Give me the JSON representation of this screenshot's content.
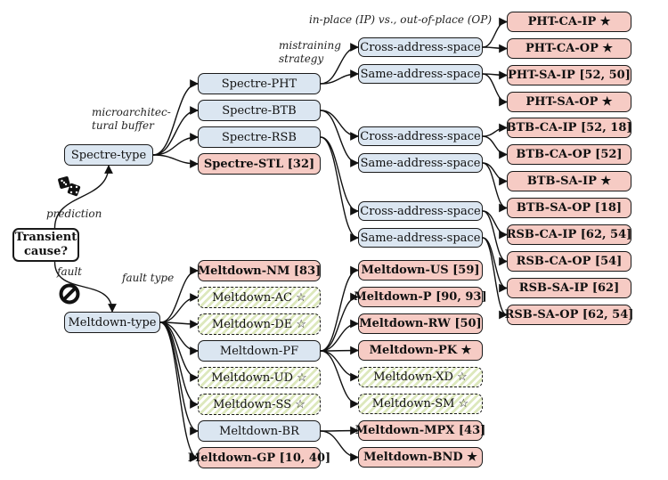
{
  "root": {
    "line1": "Transient",
    "line2": "cause?"
  },
  "labels": {
    "prediction": "prediction",
    "fault": "fault",
    "microarch_line1": "microarchitec-",
    "microarch_line2": "tural buffer",
    "mistraining_line1": "mistraining",
    "mistraining_line2": "strategy",
    "ipop": "in-place (IP) vs., out-of-place (OP)",
    "fault_type": "fault type"
  },
  "icons": {
    "prediction": "dice-icon",
    "fault": "prohibited-icon"
  },
  "level1": {
    "spectre": "Spectre-type",
    "meltdown": "Meltdown-type"
  },
  "spectre": {
    "pht": "Spectre-PHT",
    "btb": "Spectre-BTB",
    "rsb": "Spectre-RSB",
    "stl": "Spectre-STL [32]"
  },
  "strategies": {
    "pht_ca": "Cross-address-space",
    "pht_sa": "Same-address-space",
    "btb_ca": "Cross-address-space",
    "btb_sa": "Same-address-space",
    "rsb_ca": "Cross-address-space",
    "rsb_sa": "Same-address-space"
  },
  "spectre_leaves": {
    "pht_ca_ip": "PHT-CA-IP ★",
    "pht_ca_op": "PHT-CA-OP ★",
    "pht_sa_ip": "PHT-SA-IP [52, 50]",
    "pht_sa_op": "PHT-SA-OP ★",
    "btb_ca_ip": "BTB-CA-IP [52, 18]",
    "btb_ca_op": "BTB-CA-OP [52]",
    "btb_sa_ip": "BTB-SA-IP ★",
    "btb_sa_op": "BTB-SA-OP [18]",
    "rsb_ca_ip": "RSB-CA-IP [62, 54]",
    "rsb_ca_op": "RSB-CA-OP [54]",
    "rsb_sa_ip": "RSB-SA-IP [62]",
    "rsb_sa_op": "RSB-SA-OP [62, 54]"
  },
  "meltdown": {
    "nm": "Meltdown-NM [83]",
    "ac": "Meltdown-AC ☆",
    "de": "Meltdown-DE ☆",
    "pf": "Meltdown-PF",
    "ud": "Meltdown-UD ☆",
    "ss": "Meltdown-SS ☆",
    "br": "Meltdown-BR",
    "gp": "Meltdown-GP [10, 40]"
  },
  "meltdown_leaves": {
    "us": "Meltdown-US [59]",
    "p": "Meltdown-P [90, 93]",
    "rw": "Meltdown-RW [50]",
    "pk": "Meltdown-PK ★",
    "xd": "Meltdown-XD ☆",
    "sm": "Meltdown-SM ☆",
    "mpx": "Meltdown-MPX [43]",
    "bnd": "Meltdown-BND ★"
  }
}
